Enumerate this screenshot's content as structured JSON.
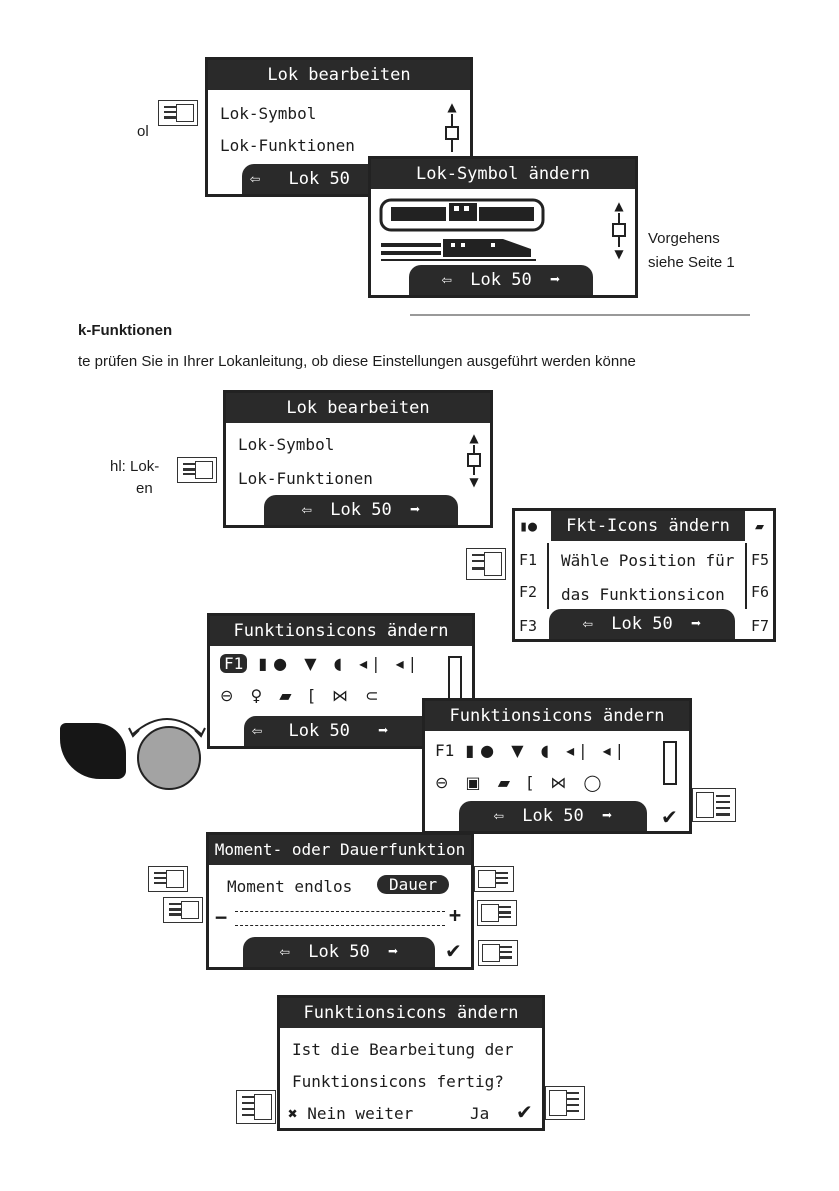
{
  "section": {
    "heading": "k-Funktionen",
    "instruction": "te prüfen Sie in Ihrer Lokanleitung, ob diese Einstellungen ausgeführt werden könne"
  },
  "side_labels": {
    "top_left": "ol",
    "middle_left_1": "hl: Lok-",
    "middle_left_2": "en",
    "right_1": "Vorgehens",
    "right_2": "siehe Seite 1"
  },
  "screens": {
    "s1": {
      "title": "Lok bearbeiten",
      "row1": "Lok-Symbol",
      "row2": "Lok-Funktionen",
      "footer": "Lok 50",
      "back": "⇦"
    },
    "s2": {
      "title": "Lok-Symbol ändern",
      "footer": "Lok 50",
      "back": "⇦",
      "forward": "➡"
    },
    "s3": {
      "title": "Lok bearbeiten",
      "row1": "Lok-Symbol",
      "row2": "Lok-Funktionen",
      "footer": "Lok 50",
      "back": "⇦",
      "forward": "➡"
    },
    "s4": {
      "title": "Fkt-Icons ändern",
      "row1": "Wähle Position für",
      "row2": "das Funktionsicon",
      "footer": "Lok 50",
      "keys_left": [
        "F1",
        "F2",
        "F3"
      ],
      "keys_right": [
        "F5",
        "F6",
        "F7"
      ],
      "back": "⇦",
      "forward": "➡"
    },
    "s5": {
      "title": "Funktionsicons ändern",
      "f1": "F1",
      "footer": "Lok 50",
      "back": "⇦",
      "forward": "➡"
    },
    "s6": {
      "title": "Funktionsicons ändern",
      "f1": "F1",
      "footer": "Lok 50",
      "back": "⇦",
      "forward": "➡",
      "check": "✔"
    },
    "s7": {
      "title": "Moment- oder Dauerfunktion",
      "option1": "Moment endlos",
      "option2": "Dauer",
      "minus": "−",
      "plus": "+",
      "footer": "Lok 50",
      "back": "⇦",
      "forward": "➡",
      "check": "✔"
    },
    "s8": {
      "title": "Funktionsicons ändern",
      "row1": "Ist die Bearbeitung der",
      "row2": "Funktionsicons fertig?",
      "no": "✖ Nein weiter",
      "yes": "Ja",
      "check": "✔"
    }
  },
  "icons": {
    "scroll_up": "▲",
    "scroll_down": "▼",
    "row_a": "▮● ▼ ◖ ◂| ◂|",
    "row_b": "⊖ ♀ ▰ [ ⋈ ⊂",
    "row_b6": "⊖ ▣ ▰ [ ⋈ ◯"
  }
}
